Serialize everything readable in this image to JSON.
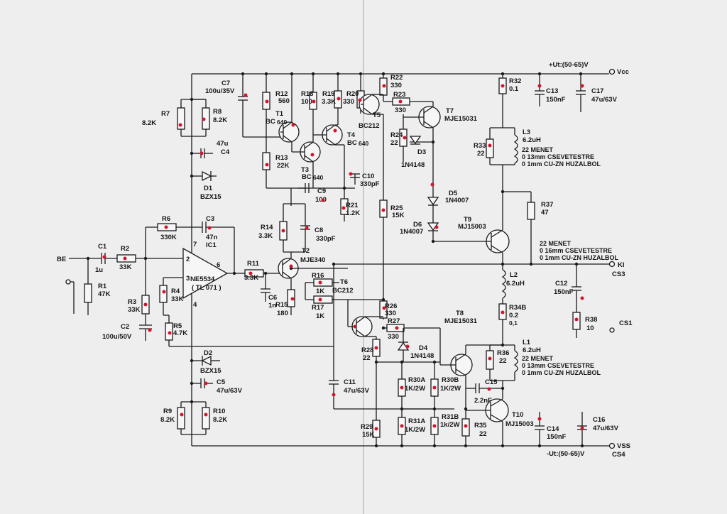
{
  "rails": {
    "pos_label": "+Ut:(50-65)V",
    "pos_net": "Vcc",
    "neg_label": "-Ut:(50-65)V",
    "neg_net": "VSS",
    "neg_connector": "CS4"
  },
  "io": {
    "input": "BE",
    "output": "KI",
    "output_connector": "CS3",
    "ground_connector": "CS1"
  },
  "ic": {
    "ref": "IC1",
    "type": "NE5534",
    "alt": "( TL 071 )",
    "pin_inv": "2",
    "pin_noninv": "3",
    "pin_out": "6",
    "pin_vpos": "7",
    "pin_vneg": "4"
  },
  "resistors": {
    "R1": {
      "ref": "R1",
      "value": "47K"
    },
    "R2": {
      "ref": "R2",
      "value": "33K"
    },
    "R3": {
      "ref": "R3",
      "value": "33K"
    },
    "R4": {
      "ref": "R4",
      "value": "33K"
    },
    "R5": {
      "ref": "R5",
      "value": "4.7K"
    },
    "R6": {
      "ref": "R6",
      "value": "330K"
    },
    "R7": {
      "ref": "R7",
      "value": "8.2K"
    },
    "R8": {
      "ref": "R8",
      "value": "8.2K"
    },
    "R9": {
      "ref": "R9",
      "value": "8.2K"
    },
    "R10": {
      "ref": "R10",
      "value": "8.2K"
    },
    "R11": {
      "ref": "R11",
      "value": "3.3K"
    },
    "R12": {
      "ref": "R12",
      "value": "560"
    },
    "R13": {
      "ref": "R13",
      "value": "22K"
    },
    "R14": {
      "ref": "R14",
      "value": "3.3K"
    },
    "R15": {
      "ref": "R15",
      "value": "180"
    },
    "R16": {
      "ref": "R16",
      "value": "1K"
    },
    "R17": {
      "ref": "R17",
      "value": "1K"
    },
    "R18": {
      "ref": "R18",
      "value": "100"
    },
    "R19": {
      "ref": "R19",
      "value": "3.3K"
    },
    "R20": {
      "ref": "R20",
      "value": "330"
    },
    "R21": {
      "ref": "R21",
      "value": "1.2K"
    },
    "R22": {
      "ref": "R22",
      "value": "330"
    },
    "R23": {
      "ref": "R23",
      "value": "330"
    },
    "R24": {
      "ref": "R24",
      "value": "22"
    },
    "R25": {
      "ref": "R25",
      "value": "15K"
    },
    "R26": {
      "ref": "R26",
      "value": "330"
    },
    "R27": {
      "ref": "R27",
      "value": "330"
    },
    "R28": {
      "ref": "R28",
      "value": "22"
    },
    "R29": {
      "ref": "R29",
      "value": "15K"
    },
    "R30A": {
      "ref": "R30A",
      "value": "1K/2W"
    },
    "R30B": {
      "ref": "R30B",
      "value": "1K/2W"
    },
    "R31A": {
      "ref": "R31A",
      "value": "1K/2W"
    },
    "R31B": {
      "ref": "R31B",
      "value": "1k/2W"
    },
    "R32": {
      "ref": "R32",
      "value": "0.1"
    },
    "R33": {
      "ref": "R33",
      "value": "22"
    },
    "R34B": {
      "ref": "R34B",
      "value": "0.2"
    },
    "R35": {
      "ref": "R35",
      "value": "22"
    },
    "R36": {
      "ref": "R36",
      "value": "22"
    },
    "R37": {
      "ref": "R37",
      "value": "47"
    },
    "R38": {
      "ref": "R38",
      "value": "10"
    }
  },
  "capacitors": {
    "C1": {
      "ref": "C1",
      "value": "1u"
    },
    "C2": {
      "ref": "C2",
      "value": "100u/50V"
    },
    "C3": {
      "ref": "C3",
      "value": "47n"
    },
    "C4": {
      "ref": "C4",
      "value": "47u"
    },
    "C5": {
      "ref": "C5",
      "value": "47u/63V"
    },
    "C6": {
      "ref": "C6",
      "value": "1n"
    },
    "C7": {
      "ref": "C7",
      "value": "100u/35V"
    },
    "C8": {
      "ref": "C8",
      "value": "330pF"
    },
    "C9": {
      "ref": "C9",
      "value": "100"
    },
    "C10": {
      "ref": "C10",
      "value": "330pF"
    },
    "C11": {
      "ref": "C11",
      "value": "47u/63V"
    },
    "C12": {
      "ref": "C12",
      "value": "150nF"
    },
    "C13": {
      "ref": "C13",
      "value": "150nF"
    },
    "C14": {
      "ref": "C14",
      "value": "150nF"
    },
    "C15": {
      "ref": "C15",
      "value": "2.2nF"
    },
    "C16": {
      "ref": "C16",
      "value": "47u/63V"
    },
    "C17": {
      "ref": "C17",
      "value": "47u/63V"
    }
  },
  "semis": {
    "T1": {
      "ref": "T1",
      "type": "BC"
    },
    "T2": {
      "ref": "T2",
      "type": "MJE340"
    },
    "T3": {
      "ref": "T3",
      "type": "BC"
    },
    "T4": {
      "ref": "T4",
      "type": "BC"
    },
    "T5": {
      "ref": "T5",
      "type": "BC212"
    },
    "T6": {
      "ref": "T6",
      "type": "BC212"
    },
    "T7": {
      "ref": "T7",
      "type": "MJE15031"
    },
    "T8": {
      "ref": "T8",
      "type": "MJE15031"
    },
    "T9": {
      "ref": "T9",
      "type": "MJ15003"
    },
    "T10": {
      "ref": "T10",
      "type": "MJ15003"
    },
    "D1": {
      "ref": "D1",
      "type": "BZX15"
    },
    "D2": {
      "ref": "D2",
      "type": "BZX15"
    },
    "D3": {
      "ref": "D3",
      "type": "1N4148"
    },
    "D4": {
      "ref": "D4",
      "type": "1N4148"
    },
    "D5": {
      "ref": "D5",
      "type": "1N4007"
    },
    "D6": {
      "ref": "D6",
      "type": "1N4007"
    }
  },
  "handwritten": {
    "t1_suffix": "640",
    "t4_suffix": "640",
    "t3_suffix": "640",
    "r34b_value": "0,1"
  },
  "inductors": {
    "L1": {
      "ref": "L1",
      "value": "6.2uH",
      "turns": "22 MENET",
      "core": "0 13mm CSEVETESTRE",
      "wire": "0 1mm CU-ZN HUZALBOL"
    },
    "L2": {
      "ref": "L2",
      "value": "6.2uH",
      "turns": "22 MENET",
      "core": "0 16mm CSEVETESTRE",
      "wire": "0 1mm CU-ZN HUZALBOL"
    },
    "L3": {
      "ref": "L3",
      "value": "6.2uH",
      "turns": "22 MENET",
      "core": "0 13mm CSEVETESTRE",
      "wire": "0 1mm CU-ZN HUZALBOL"
    }
  },
  "colors": {
    "ink": "#1a1a1a",
    "paper": "#eeeeef",
    "marker": "#d2152b"
  }
}
